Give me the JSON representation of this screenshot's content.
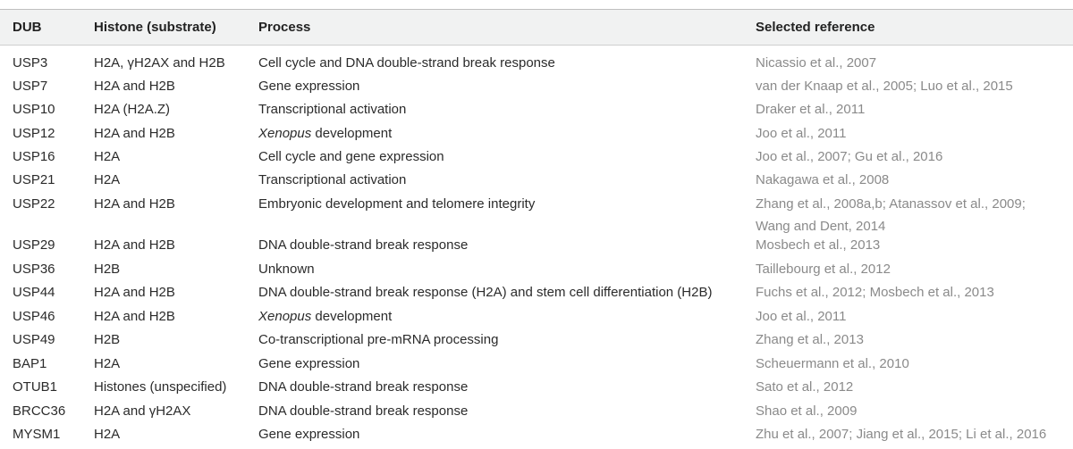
{
  "table": {
    "headers": [
      "DUB",
      "Histone (substrate)",
      "Process",
      "Selected reference"
    ],
    "rows": [
      {
        "dub": "USP3",
        "histone": "H2A, γH2AX and H2B",
        "process": "Cell cycle and DNA double-strand break response",
        "refs": [
          "Nicassio et al., 2007"
        ]
      },
      {
        "dub": "USP7",
        "histone": "H2A and H2B",
        "process": "Gene expression",
        "refs": [
          "van der Knaap et al., 2005; Luo et al., 2015"
        ]
      },
      {
        "dub": "USP10",
        "histone": "H2A (H2A.Z)",
        "process": "Transcriptional activation",
        "refs": [
          "Draker et al., 2011"
        ]
      },
      {
        "dub": "USP12",
        "histone": "H2A and H2B",
        "process_italic": "Xenopus",
        "process": " development",
        "refs": [
          "Joo et al., 2011"
        ]
      },
      {
        "dub": "USP16",
        "histone": "H2A",
        "process": "Cell cycle and gene expression",
        "refs": [
          "Joo et al., 2007; Gu et al., 2016"
        ]
      },
      {
        "dub": "USP21",
        "histone": "H2A",
        "process": "Transcriptional activation",
        "refs": [
          "Nakagawa et al., 2008"
        ]
      },
      {
        "dub": "USP22",
        "histone": "H2A and H2B",
        "process": "Embryonic development and telomere integrity",
        "refs": [
          "Zhang et al., 2008a,b; Atanassov et al., 2009;",
          "Wang and Dent, 2014"
        ]
      },
      {
        "dub": "USP29",
        "histone": "H2A and H2B",
        "process": "DNA double-strand break response",
        "refs": [
          "Mosbech et al., 2013"
        ]
      },
      {
        "dub": "USP36",
        "histone": "H2B",
        "process": "Unknown",
        "refs": [
          "Taillebourg et al., 2012"
        ]
      },
      {
        "dub": "USP44",
        "histone": "H2A and H2B",
        "process": "DNA double-strand break response (H2A) and stem cell differentiation (H2B)",
        "refs": [
          "Fuchs et al., 2012; Mosbech et al., 2013"
        ]
      },
      {
        "dub": "USP46",
        "histone": "H2A and H2B",
        "process_italic": "Xenopus",
        "process": " development",
        "refs": [
          "Joo et al., 2011"
        ]
      },
      {
        "dub": "USP49",
        "histone": "H2B",
        "process": "Co-transcriptional pre-mRNA processing",
        "refs": [
          "Zhang et al., 2013"
        ]
      },
      {
        "dub": "BAP1",
        "histone": "H2A",
        "process": "Gene expression",
        "refs": [
          "Scheuermann et al., 2010"
        ]
      },
      {
        "dub": "OTUB1",
        "histone": "Histones (unspecified)",
        "process": "DNA double-strand break response",
        "refs": [
          "Sato et al., 2012"
        ]
      },
      {
        "dub": "BRCC36",
        "histone": "H2A and γH2AX",
        "process": "DNA double-strand break response",
        "refs": [
          "Shao et al., 2009"
        ]
      },
      {
        "dub": "MYSM1",
        "histone": "H2A",
        "process": "Gene expression",
        "refs": [
          "Zhu et al., 2007; Jiang et al., 2015; Li et al., 2016"
        ]
      }
    ]
  }
}
